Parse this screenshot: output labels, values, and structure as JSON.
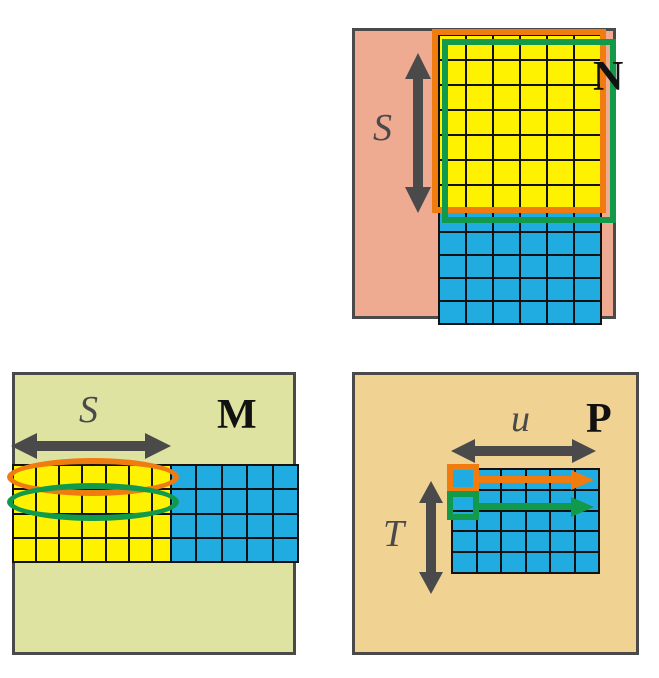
{
  "figure": {
    "type": "diagram",
    "description": "Matrix tiling / blocking diagram showing matrices M, N and P with tile dimensions",
    "background": "#ffffff"
  },
  "colors": {
    "panel_n_bg": "#eeab92",
    "panel_m_bg": "#dfe3a2",
    "panel_p_bg": "#f0d292",
    "tile_yellow": "#fff200",
    "tile_blue": "#20ace0",
    "grid_line": "#111111",
    "panel_border": "#4a4a4a",
    "arrow_gray": "#4a4a4a",
    "highlight_orange": "#f07c10",
    "highlight_green": "#11994c",
    "label_text": "#111111"
  },
  "panels": [
    {
      "id": "panel-n",
      "letter": "N",
      "bg": "#eeab92",
      "dimension_labels": [
        {
          "name": "S",
          "text": "S",
          "orientation": "vertical"
        }
      ],
      "grids": [
        {
          "name": "yellow-tile-grid",
          "color": "yellow",
          "cols": 6,
          "rows": 7
        },
        {
          "name": "blue-tile-grid",
          "color": "blue",
          "cols": 6,
          "rows": 5
        }
      ],
      "highlights": [
        {
          "shape": "rect",
          "color": "orange"
        },
        {
          "shape": "rect",
          "color": "green"
        }
      ]
    },
    {
      "id": "panel-m",
      "letter": "M",
      "bg": "#dfe3a2",
      "dimension_labels": [
        {
          "name": "S",
          "text": "S",
          "orientation": "horizontal"
        }
      ],
      "grids": [
        {
          "name": "yellow-tile-grid",
          "color": "yellow",
          "cols": 7,
          "rows": 4
        },
        {
          "name": "blue-tile-grid",
          "color": "blue",
          "cols": 5,
          "rows": 4
        }
      ],
      "highlights": [
        {
          "shape": "ellipse",
          "color": "orange",
          "row": 1
        },
        {
          "shape": "ellipse",
          "color": "green",
          "row": 2
        }
      ]
    },
    {
      "id": "panel-p",
      "letter": "P",
      "bg": "#f0d292",
      "dimension_labels": [
        {
          "name": "u",
          "text": "u",
          "orientation": "horizontal"
        },
        {
          "name": "T",
          "text": "T",
          "orientation": "vertical"
        }
      ],
      "grids": [
        {
          "name": "blue-tile-grid",
          "color": "blue",
          "cols": 6,
          "rows": 5
        }
      ],
      "highlights": [
        {
          "shape": "rect",
          "color": "orange",
          "row": 1,
          "col": 1
        },
        {
          "shape": "rect",
          "color": "green",
          "row": 2,
          "col": 1
        }
      ],
      "flow_arrows": [
        {
          "color": "orange",
          "direction": "right",
          "row": 1
        },
        {
          "color": "green",
          "direction": "right",
          "row": 2
        }
      ]
    }
  ],
  "labels": {
    "n_letter": "N",
    "m_letter": "M",
    "p_letter": "P",
    "s_vertical": "S",
    "s_horizontal": "S",
    "u_horizontal": "u",
    "t_vertical": "T"
  }
}
